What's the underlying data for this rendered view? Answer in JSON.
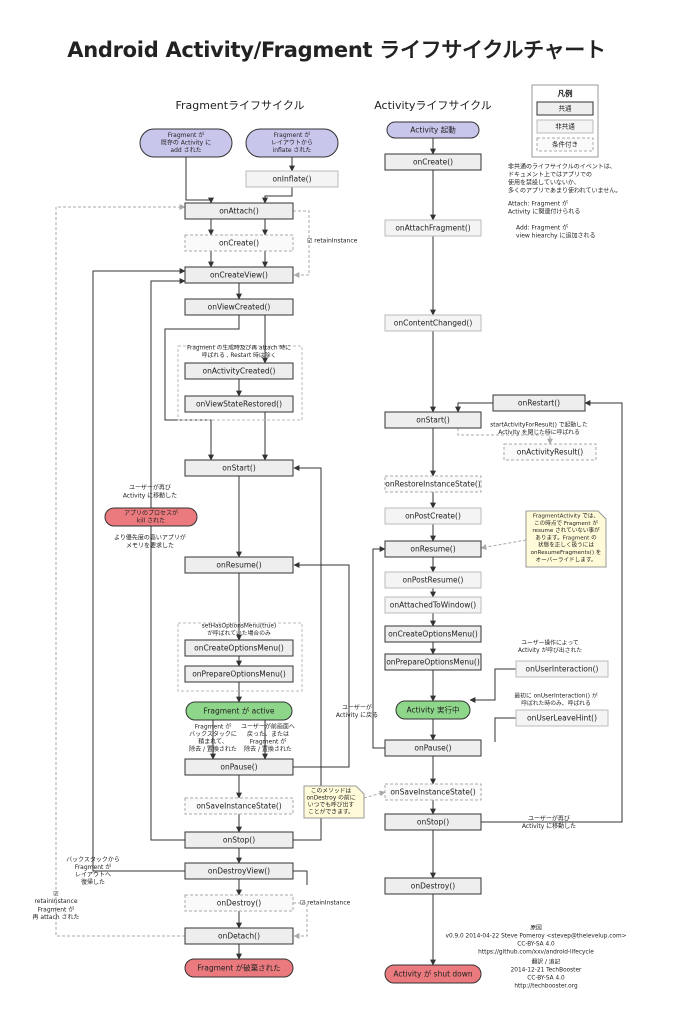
{
  "title": "Android Activity/Fragment ライフサイクルチャート",
  "fragment_header": "Fragmentライフサイクル",
  "activity_header": "Activityライフサイクル",
  "legend": {
    "title": "凡例",
    "common": "共通",
    "non_common": "非共通",
    "conditional": "条件付き"
  },
  "notes": {
    "non_common_lines": [
      "非共通のライフサイクルのイベントは、",
      "ドキュメント上ではアプリでの",
      "使用を禁設していないか、",
      "多くのアプリであまり使われていません。"
    ],
    "attach_lines": [
      "Attach: Fragment が",
      "Activity に関連付けられる"
    ],
    "add_lines": [
      "Add: Fragment が",
      "view hiearchy に追加される"
    ]
  },
  "fragment": {
    "start_existing": [
      "Fragment が",
      "既存の Activity に",
      "add された"
    ],
    "start_inflate": [
      "Fragment が",
      "レイアウトから",
      "inflate された"
    ],
    "onInflate": "onInflate()",
    "onAttach": "onAttach()",
    "onCreate": "onCreate()",
    "onCreateView": "onCreateView()",
    "onViewCreated": "onViewCreated()",
    "onActivityCreated": "onActivityCreated()",
    "onViewStateRestored": "onViewStateRestored()",
    "onStart": "onStart()",
    "onResume": "onResume()",
    "onCreateOptionsMenu": "onCreateOptionsMenu()",
    "onPrepareOptionsMenu": "onPrepareOptionsMenu()",
    "active": "Fragment が active",
    "onPause": "onPause()",
    "onSaveInstanceState": "onSaveInstanceState()",
    "onStop": "onStop()",
    "onDestroyView": "onDestroyView()",
    "onDestroy": "onDestroy()",
    "onDetach": "onDetach()",
    "destroyed": "Fragment が破棄された",
    "process_killed": [
      "アプリのプロセスが",
      "kill された"
    ],
    "retain_instance_1": "☑ retainInstance",
    "retain_instance_2": "☑ retainInstance",
    "retain_instance_3": [
      "☑",
      "retainInstance"
    ],
    "note_created_group": [
      "Fragment の生成時及び再 attach 時に",
      "呼ばれる , Restart 時は除く"
    ],
    "note_options_menu": [
      "setHasOptionsMenu(true)",
      "が呼ばれていた場合のみ"
    ],
    "note_user_moved_back": [
      "ユーザーが再び",
      "Activity に移動した"
    ],
    "note_low_memory": [
      "より優先度の高いアプリが",
      "メモリを要求した"
    ],
    "note_backstack_replace": [
      "Fragment が",
      "バックスタックに",
      "積まれて、",
      "除去 / 置換された"
    ],
    "note_user_back": [
      "ユーザーが前画面へ",
      "戻った、または",
      "Fragment が",
      "除去 / 置換された"
    ],
    "note_returned_activity": [
      "ユーザーが",
      "Activity に戻る"
    ],
    "note_backstack_return": [
      "バックスタックから",
      "Fragment が",
      "レイアウトへ",
      "復帰した"
    ],
    "note_reattach": [
      "Fragment が",
      "再 attach された"
    ],
    "note_save_state": [
      "このメソッドは",
      "onDestroy の前に",
      "いつでも呼び出す",
      "ことができます。"
    ]
  },
  "activity": {
    "start": "Activity 起動",
    "onCreate": "onCreate()",
    "onAttachFragment": "onAttachFragment()",
    "onContentChanged": "onContentChanged()",
    "onStart": "onStart()",
    "onRestart": "onRestart()",
    "onActivityResult": "onActivityResult()",
    "onRestoreInstanceState": "onRestoreInstanceState()",
    "onPostCreate": "onPostCreate()",
    "onResume": "onResume()",
    "onPostResume": "onPostResume()",
    "onAttachedToWindow": "onAttachedToWindow()",
    "onCreateOptionsMenu": "onCreateOptionsMenu()",
    "onPrepareOptionsMenu": "onPrepareOptionsMenu()",
    "running": "Activity 実行中",
    "onUserInteraction": "onUserInteraction()",
    "onUserLeaveHint": "onUserLeaveHint()",
    "onPause": "onPause()",
    "onSaveInstanceState": "onSaveInstanceState()",
    "onStop": "onStop()",
    "onDestroy": "onDestroy()",
    "shutdown": "Activity が shut down",
    "note_activity_result": [
      "startActivityForResult() で起動した",
      "Activity を閉じた時に呼ばれる"
    ],
    "note_fragment_activity": [
      "FragmentActivity では、",
      "この時点で Fragment が",
      "resume されていない事が",
      "あります。Fragment の",
      "状態を正しく扱うには",
      "onResumeFragments() を",
      "オーバーライドします。"
    ],
    "note_user_interaction": [
      "ユーザー操作によって",
      "Activity が呼び出された"
    ],
    "note_user_leave": [
      "最初に onUserInteraction() が",
      "呼ばれた時のみ、呼ばれる"
    ],
    "note_user_moved_again": [
      "ユーザーが再び",
      "Activity に移動した"
    ]
  },
  "credits": {
    "original_lines": [
      "原図",
      "v0.9.0 2014-04-22 Steve Pomeroy <stevep@thelevelup.com>",
      "CC-BY-SA 4.0",
      "https://github.com/xxv/android-lifecycle"
    ],
    "translation_lines": [
      "翻訳 / 追記",
      "2014-12-21 TechBooster",
      "CC-BY-SA 4.0",
      "http://techbooster.org"
    ]
  },
  "colors": {
    "common_fill": "#eeeeee",
    "purple_fill": "#c9c6ec",
    "green_fill": "#8ed68a",
    "red_fill": "#ea7a7e",
    "note_fill": "#fffbd9",
    "stroke": "#333333",
    "dash_stroke": "#aaaaaa"
  }
}
